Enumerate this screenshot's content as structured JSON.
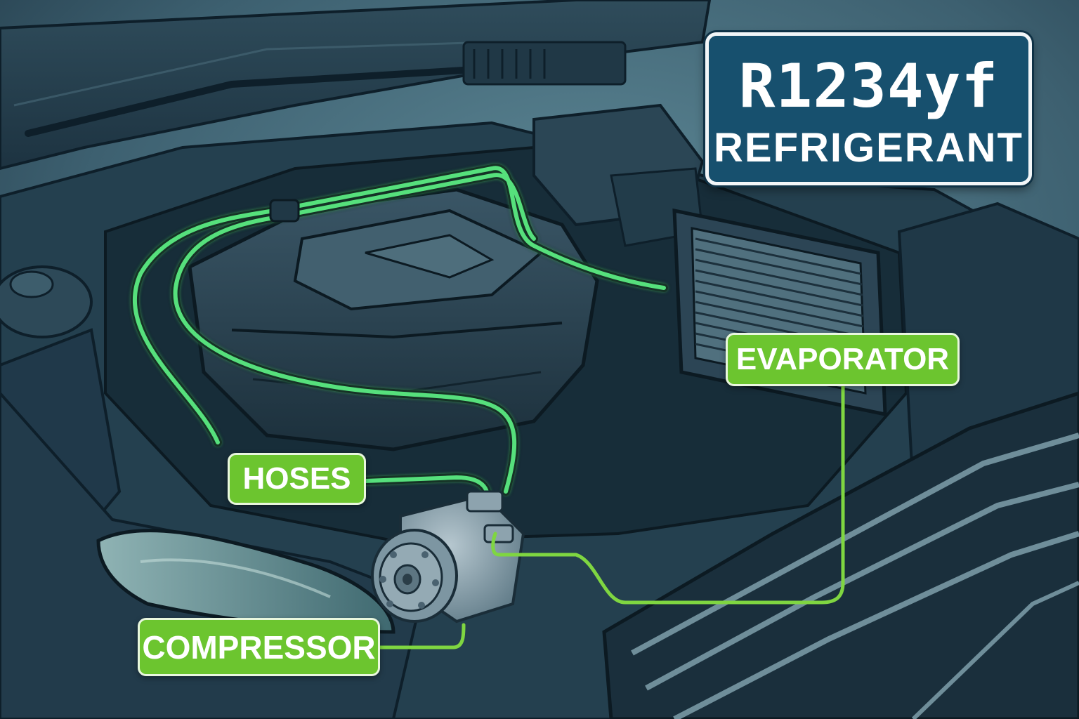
{
  "title": {
    "main": "R1234yf",
    "sub": "REFRIGERANT"
  },
  "labels": {
    "evaporator": "EVAPORATOR",
    "hoses": "HOSES",
    "compressor": "COMPRESSOR"
  },
  "colors": {
    "background": "#2b4553",
    "car_body": "#22394a",
    "car_outline": "#0e1f2a",
    "hose_glow": "#56e07c",
    "label_green": "#6cc52f",
    "leader_line": "#7fd641",
    "title_badge": "#17506e",
    "compressor_metal": "#8da3ae"
  }
}
